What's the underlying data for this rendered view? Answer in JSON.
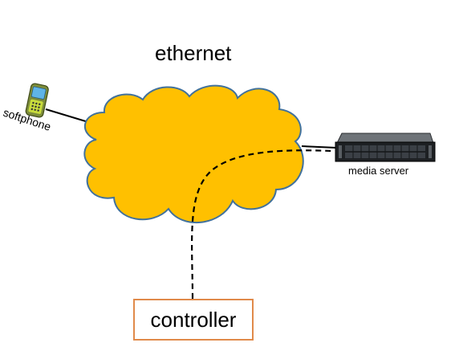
{
  "network": {
    "label": "ethernet"
  },
  "devices": {
    "softphone": {
      "label": "softphone",
      "icon": "mobile-phone-icon"
    },
    "media_server": {
      "label": "media server",
      "icon": "rack-server-icon"
    },
    "controller": {
      "label": "controller"
    }
  },
  "colors": {
    "cloud_fill": "#ffc000",
    "cloud_stroke": "#41719c",
    "controller_border": "#e08a4a",
    "link": "#000000"
  }
}
